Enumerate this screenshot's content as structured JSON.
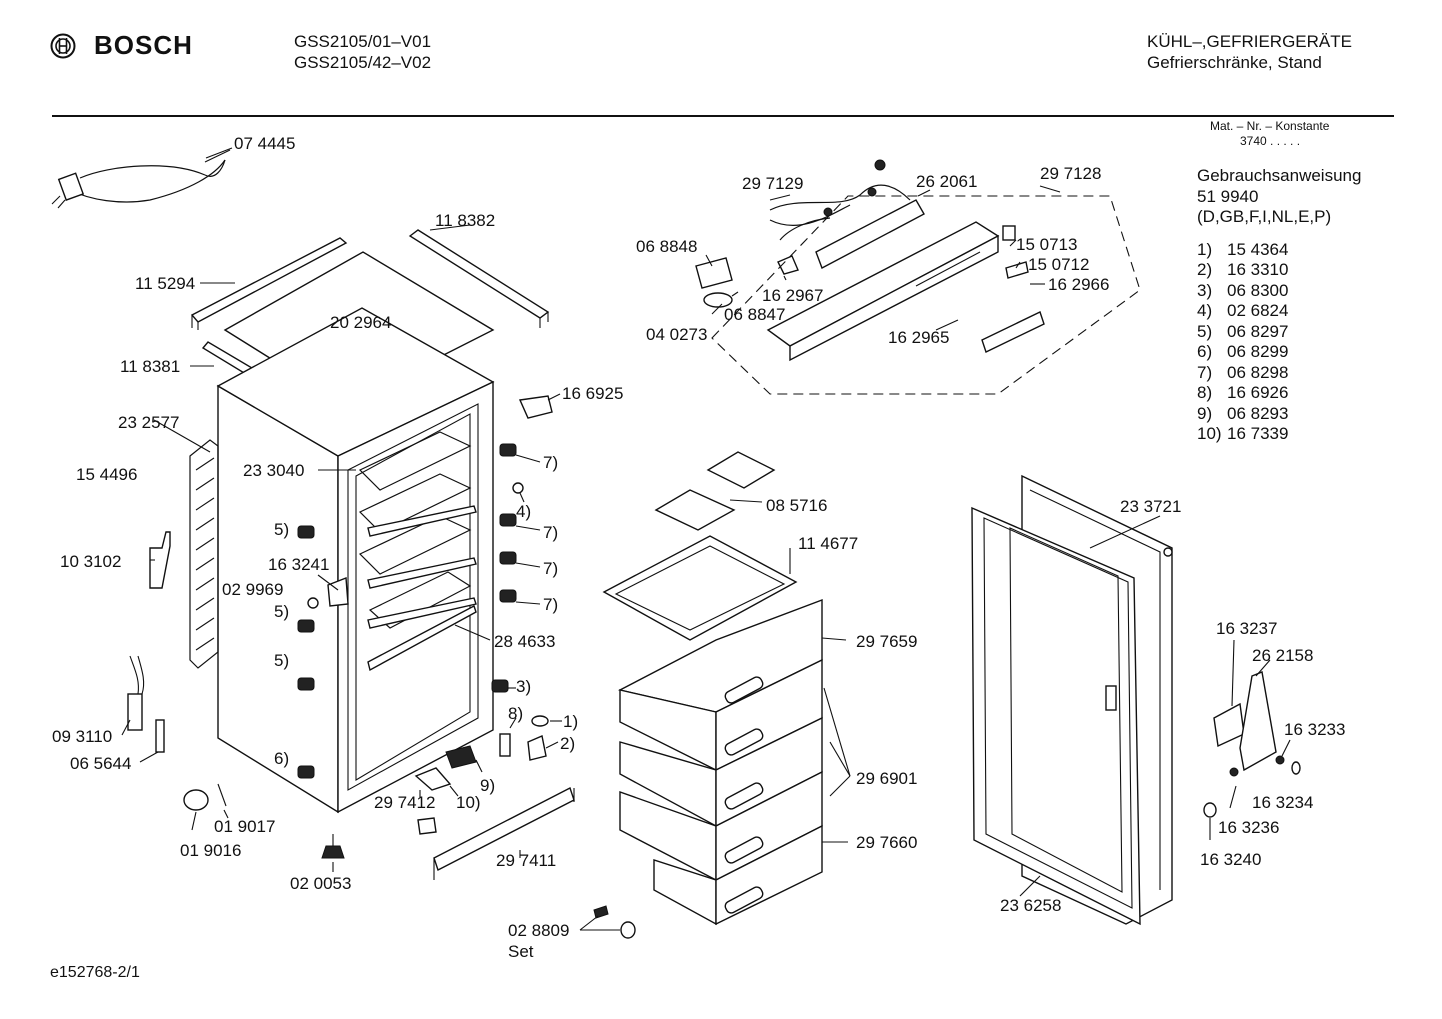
{
  "header": {
    "brand": "BOSCH",
    "models": [
      "GSS2105/01–V01",
      "GSS2105/42–V02"
    ],
    "category": "KÜHL–,GEFRIERGERÄTE",
    "subcategory": "Gefrierschränke, Stand"
  },
  "konstante": {
    "label": "Mat. – Nr. – Konstante",
    "value": "3740  .  .  .  .  ."
  },
  "manual": {
    "title": "Gebrauchsanweisung",
    "number": "51 9940",
    "languages": "(D,GB,F,I,NL,E,P)"
  },
  "references": [
    {
      "n": "1)",
      "part": "15 4364"
    },
    {
      "n": "2)",
      "part": "16 3310"
    },
    {
      "n": "3)",
      "part": "06 8300"
    },
    {
      "n": "4)",
      "part": "02 6824"
    },
    {
      "n": "5)",
      "part": "06 8297"
    },
    {
      "n": "6)",
      "part": "06 8299"
    },
    {
      "n": "7)",
      "part": "06 8298"
    },
    {
      "n": "8)",
      "part": "16 6926"
    },
    {
      "n": "9)",
      "part": "06 8293"
    },
    {
      "n": "10)",
      "part": "16 7339"
    }
  ],
  "labels": {
    "p074445": "07 4445",
    "p118382": "11 8382",
    "p115294": "11 5294",
    "p202964": "20 2964",
    "p118381": "11 8381",
    "p166925": "16 6925",
    "p232577": "23 2577",
    "p154496": "15 4496",
    "p233040": "23 3040",
    "p103102": "10 3102",
    "p163241": "16 3241",
    "p029969": "02 9969",
    "p284633": "28 4633",
    "p093110": "09 3110",
    "p065644": "06 5644",
    "p019017": "01 9017",
    "p019016": "01 9016",
    "p020053": "02 0053",
    "p297412": "29 7412",
    "p297411": "29 7411",
    "p297129": "29 7129",
    "p262061": "26 2061",
    "p297128": "29 7128",
    "p068848": "06 8848",
    "p162967": "16 2967",
    "p150713": "15 0713",
    "p150712": "15 0712",
    "p162966": "16 2966",
    "p068847": "06 8847",
    "p040273": "04 0273",
    "p162965": "16 2965",
    "p085716": "08 5716",
    "p114677": "11 4677",
    "p297659": "29 7659",
    "p296901": "29 6901",
    "p297660": "29 7660",
    "p028809": "02 8809",
    "pset": "Set",
    "p233721": "23 3721",
    "p236258": "23 6258",
    "p163237": "16 3237",
    "p262158": "26 2158",
    "p163233": "16 3233",
    "p163234": "16 3234",
    "p163236": "16 3236",
    "p163240": "16 3240",
    "r7a": "7)",
    "r4": "4)",
    "r7b": "7)",
    "r7c": "7)",
    "r7d": "7)",
    "r5a": "5)",
    "r5b": "5)",
    "r5c": "5)",
    "r6": "6)",
    "r3": "3)",
    "r8": "8)",
    "r1": "1)",
    "r2": "2)",
    "r9": "9)",
    "r10": "10)"
  },
  "footer": {
    "drawing_id": "e152768-2/1"
  }
}
